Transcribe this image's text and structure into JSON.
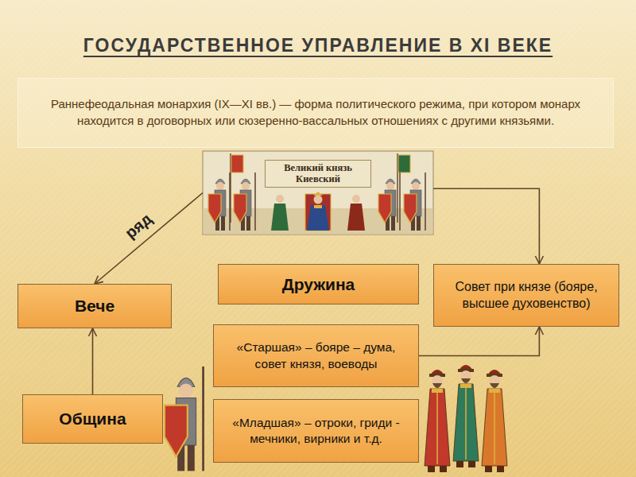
{
  "diagram": {
    "title": "ГОСУДАРСТВЕННОЕ УПРАВЛЕНИЕ В XI ВЕКЕ",
    "nodes": [
      {
        "text": [
          "Раннефеодальная монархия (IX—XI вв.) — форма политического режима, при котором монарх находится в договорных или сюзеренно-вассальных отношениях с другими князьями."
        ]
      },
      {
        "text": [
          "Великий князь Киевский"
        ]
      },
      {
        "text": [
          "Вече"
        ]
      },
      {
        "text": [
          "Дружина"
        ]
      },
      {
        "text": [
          "Совет при князе (бояре, высшее духовенство)"
        ]
      },
      {
        "text": [
          "«Старшая» – бояре – дума, совет князя, воеводы"
        ]
      },
      {
        "text": [
          "Община"
        ]
      },
      {
        "text": [
          "«Младшая» – отроки, гриди - мечники, вирники и т.д."
        ]
      }
    ],
    "edges": [
      {
        "from": 1,
        "to": 2,
        "label": "ряд",
        "arrow": "to"
      },
      {
        "from": 1,
        "to": 4,
        "arrow": "to"
      },
      {
        "from": 6,
        "to": 2,
        "arrow": "to"
      },
      {
        "from": 5,
        "to": 4,
        "arrow": "to"
      }
    ]
  }
}
